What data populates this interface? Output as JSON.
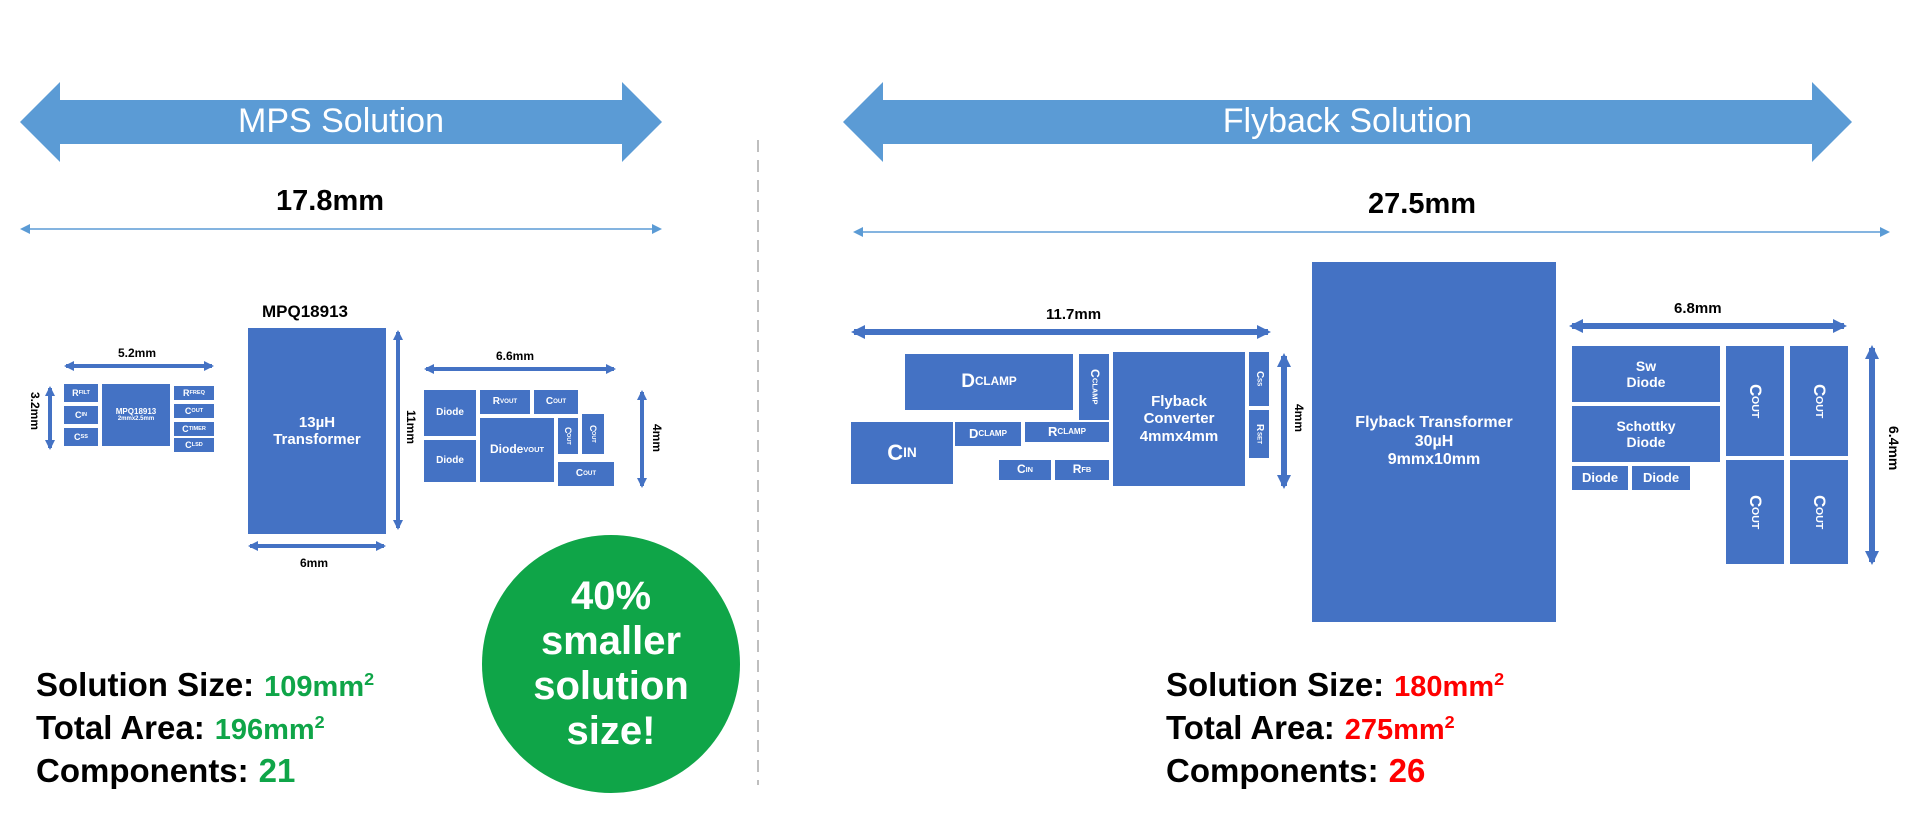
{
  "mps": {
    "title": "MPS Solution",
    "width": "17.8mm",
    "dim_52": "5.2mm",
    "dim_32": "3.2mm",
    "chip_label": "MPQ18913",
    "chip_block_text": "MPQ18913",
    "chip_block_sub": "2mmx2.5mm",
    "r_filt": "FILT",
    "c_in": "IN",
    "c_ss": "SS",
    "r_fred": "FREQ",
    "c_out": "OUT",
    "c_timer": "TIMER",
    "c_lsd": "LSD",
    "transformer_line1": "13µH",
    "transformer_line2": "Transformer",
    "dim_11": "11mm",
    "dim_6": "6mm",
    "dim_66": "6.6mm",
    "dim_4": "4mm",
    "diode": "Diode",
    "r_vout": "VOUT",
    "vout": "VOUT",
    "solution_size_label": "Solution Size:",
    "solution_size_value": "109mm",
    "total_area_label": "Total Area:",
    "total_area_value": "196mm",
    "components_label": "Components:",
    "components_value": "21"
  },
  "badge": {
    "line1": "40%",
    "line2": "smaller",
    "line3": "solution",
    "line4": "size!"
  },
  "flyback": {
    "title": "Flyback Solution",
    "width": "27.5mm",
    "dim_117": "11.7mm",
    "dim_68": "6.8mm",
    "dim_4": "4mm",
    "dim_64": "6.4mm",
    "clamp": "CLAMP",
    "in": "IN",
    "fb": "FB",
    "ss": "SS",
    "set": "SET",
    "out": "OUT",
    "converter_l1": "Flyback",
    "converter_l2": "Converter",
    "converter_l3": "4mmx4mm",
    "transformer_l1": "Flyback Transformer",
    "transformer_l2": "30µH",
    "transformer_l3": "9mmx10mm",
    "sw_l1": "Sw",
    "sw_l2": "Diode",
    "schottky_l1": "Schottky",
    "schottky_l2": "Diode",
    "diode": "Diode",
    "solution_size_label": "Solution Size:",
    "solution_size_value": "180mm",
    "total_area_label": "Total Area:",
    "total_area_value": "275mm",
    "components_label": "Components:",
    "components_value": "26"
  },
  "colors": {
    "arrow_fill": "#5b9bd5",
    "block_fill": "#4472c4",
    "mps_value": "#0fa548",
    "flyback_value": "#ff0000",
    "badge_fill": "#0fa548"
  }
}
